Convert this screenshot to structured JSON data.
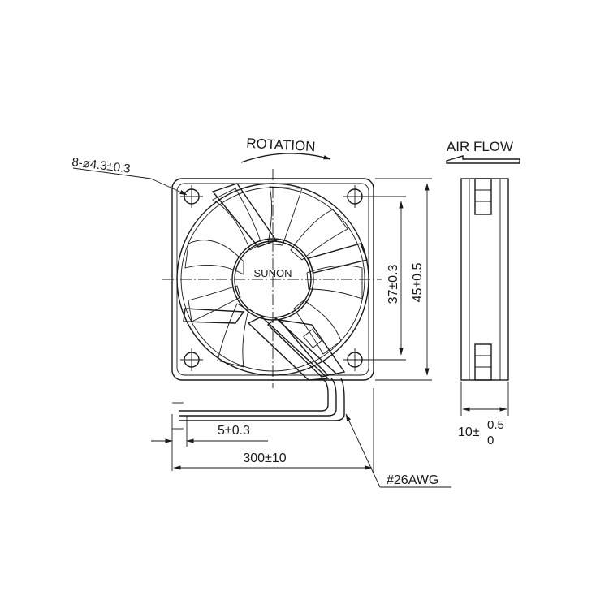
{
  "labels": {
    "rotation": "ROTATION",
    "air_flow": "AIR FLOW",
    "holes": "8-ø4.3±0.3",
    "brand": "SUNON",
    "hole_spacing": "37±0.3",
    "frame_size": "45±0.5",
    "lead_strip": "5±0.3",
    "lead_length": "300±10",
    "wire_gauge": "#26AWG",
    "thickness_base": "10±",
    "thickness_upper": "0.5",
    "thickness_lower": "0"
  }
}
